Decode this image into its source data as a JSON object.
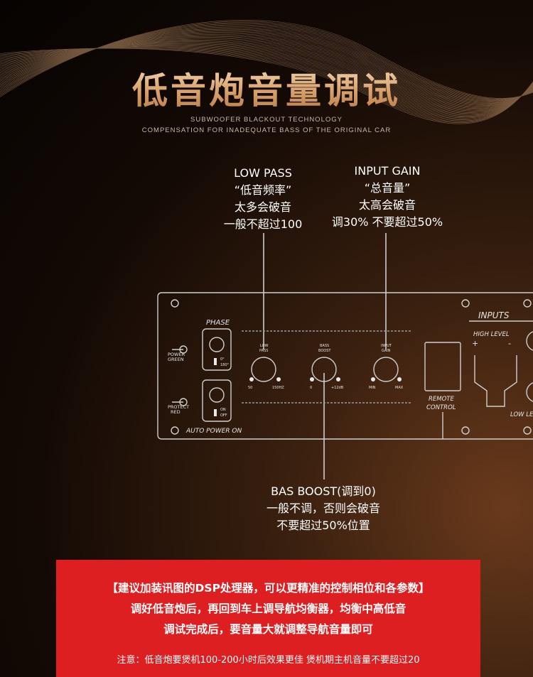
{
  "header": {
    "title": "低音炮音量调试",
    "subtitle_1": "SUBWOOFER BLACKOUT TECHNOLOGY",
    "subtitle_2": "COMPENSATION FOR INADEQUATE BASS OF THE ORIGINAL CAR"
  },
  "callouts": {
    "low_pass": [
      "LOW PASS",
      "“低音频率”",
      "太多会破音",
      "一般不超过100"
    ],
    "input_gain": [
      "INPUT GAIN",
      "“总音量”",
      "太高会破音",
      "调30% 不要超过50%"
    ],
    "bass_boost": [
      "BAS BOOST(调到0)",
      "一般不调，否则会破音",
      "不要超过50%位置"
    ]
  },
  "panel": {
    "phase_label": "PHASE",
    "phase_0": "0°",
    "phase_180": "180°",
    "power_label_1": "POWER",
    "power_label_2": "GREEN",
    "protect_label_1": "PROTECT",
    "protect_label_2": "RED",
    "on_label": "ON",
    "off_label": "OFF",
    "auto_power_on": "AUTO POWER ON",
    "low_pass_label_1": "LOW",
    "low_pass_label_2": "PASS",
    "low_pass_min": "50",
    "low_pass_max": "150HZ",
    "bass_boost_label_1": "BASS",
    "bass_boost_label_2": "BOOST",
    "bass_boost_min": "0",
    "bass_boost_max": "+12dB",
    "input_gain_label_1": "INPUT",
    "input_gain_label_2": "GAIN",
    "input_gain_min": "MIN",
    "input_gain_max": "MAX",
    "remote_label_1": "REMOTE",
    "remote_label_2": "CONTROL",
    "inputs_label": "INPUTS",
    "high_level_label": "HIGH LEVEL",
    "plus": "+",
    "minus": "-",
    "low_level_label": "LOW LE"
  },
  "notice": {
    "line_1": "【建议加装讯图的DSP处理器，可以更精准的控制相位和各参数】",
    "line_2": "调好低音炮后，再回到车上调导航均衡器，均衡中高低音",
    "line_3": "调试完成后，要音量大就调整导航音量即可",
    "note": "注意：低音炮要煲机100-200小时后效果更佳  煲机期主机音量不要超过20"
  },
  "colors": {
    "title_gold": "#e9c39a",
    "panel_line": "#cfcfcf",
    "notice_red": "#de1f21"
  }
}
